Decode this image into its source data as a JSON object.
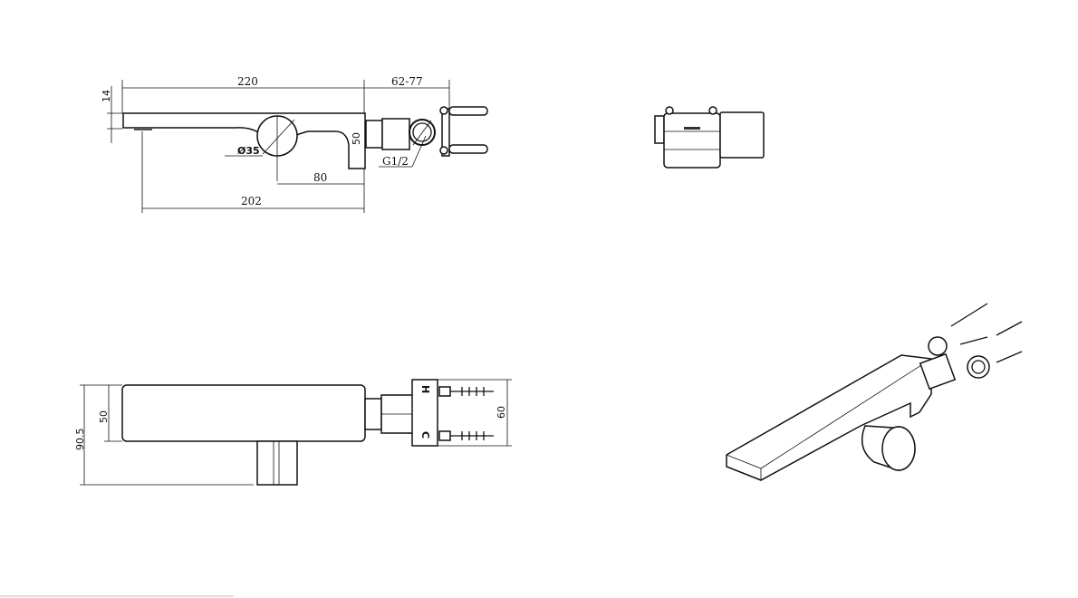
{
  "top_view": {
    "dim_length": "220",
    "dim_reach": "62-77",
    "dim_thickness": "14",
    "dim_height": "50",
    "dim_diameter": "Ø35",
    "dim_handle_offset": "80",
    "dim_spout": "202",
    "thread_label": "G1/2"
  },
  "front_view": {
    "dim_body_height": "50",
    "dim_total_height": "90.5",
    "dim_bracket": "60",
    "hot_label": "H",
    "cold_label": "C"
  }
}
